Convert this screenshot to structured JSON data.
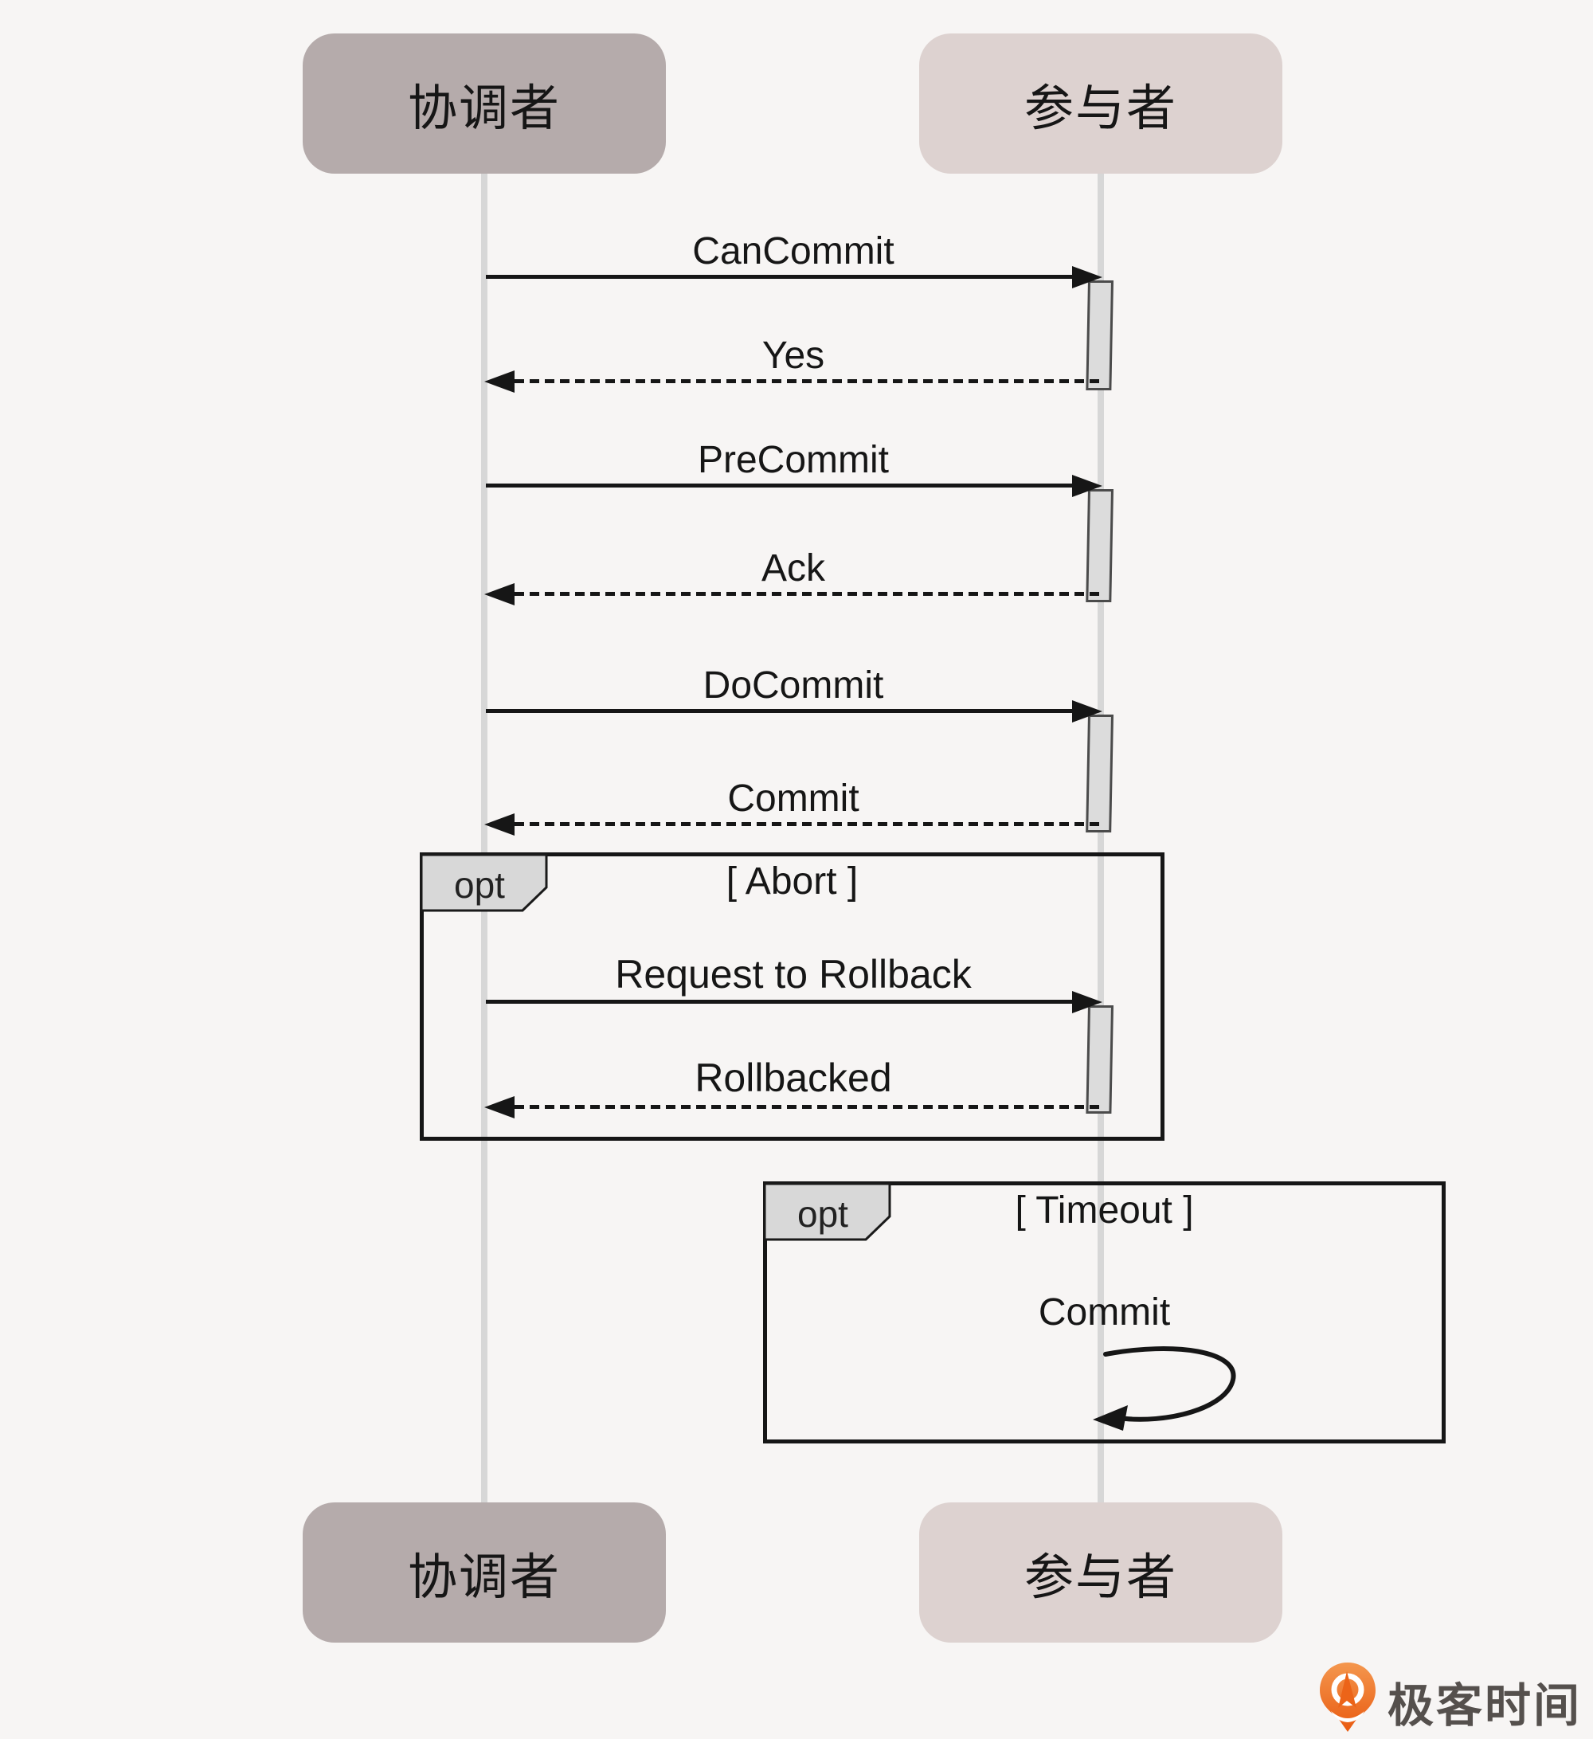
{
  "actors": {
    "coordinator": {
      "label": "协调者",
      "color": "#b5abab"
    },
    "participant": {
      "label": "参与者",
      "color": "#ddd2d0"
    }
  },
  "messages": {
    "can_commit": {
      "label": "CanCommit",
      "type": "solid",
      "from": "coordinator",
      "to": "participant"
    },
    "yes": {
      "label": "Yes",
      "type": "dashed",
      "from": "participant",
      "to": "coordinator"
    },
    "pre_commit": {
      "label": "PreCommit",
      "type": "solid",
      "from": "coordinator",
      "to": "participant"
    },
    "ack": {
      "label": "Ack",
      "type": "dashed",
      "from": "participant",
      "to": "coordinator"
    },
    "do_commit": {
      "label": "DoCommit",
      "type": "solid",
      "from": "coordinator",
      "to": "participant"
    },
    "commit": {
      "label": "Commit",
      "type": "dashed",
      "from": "participant",
      "to": "coordinator"
    },
    "request_to_rollback": {
      "label": "Request to Rollback",
      "type": "solid",
      "from": "coordinator",
      "to": "participant"
    },
    "rollbacked": {
      "label": "Rollbacked",
      "type": "dashed",
      "from": "participant",
      "to": "coordinator"
    },
    "timeout_commit": {
      "label": "Commit",
      "type": "self",
      "from": "participant",
      "to": "participant"
    }
  },
  "fragments": {
    "abort": {
      "operator": "opt",
      "guard": "[ Abort ]"
    },
    "timeout": {
      "operator": "opt",
      "guard": "[ Timeout ]"
    }
  },
  "logo": {
    "text": "极客时间",
    "icon": "geektime-pin-icon",
    "orange": "#ed6a1e",
    "text_color": "#55504d"
  },
  "colors": {
    "background": "#f7f5f4",
    "line": "#161616",
    "lifeline": "#d7d7d7",
    "activation_fill": "#dcdcdc",
    "fragment_tab_fill": "#d8d8d8"
  }
}
